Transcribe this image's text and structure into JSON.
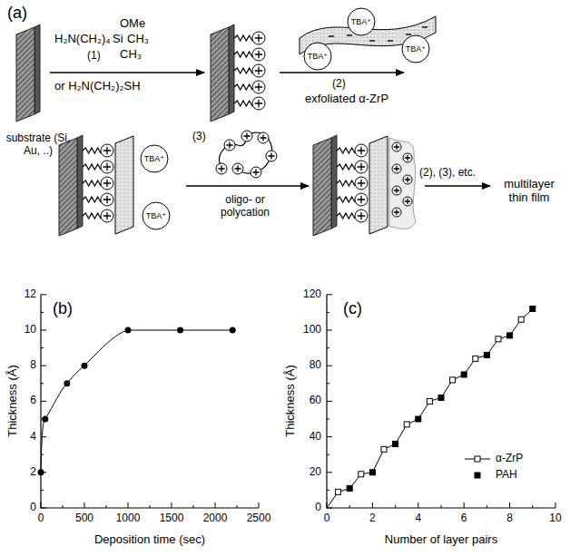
{
  "diagram": {
    "labels": [
      "(a)",
      "H₂N(CH₂)₄",
      "Si",
      "OMe",
      "CH₃",
      "CH₃",
      "(1)",
      "or H₂N(CH₂)₂SH",
      "substrate (Si, Au, ..)",
      "(2)",
      "exfoliated α-ZrP",
      "TBA⁺",
      "TBA⁺",
      "TBA⁺",
      "(3)",
      "oligo- or polycation",
      "TBA⁺",
      "TBA⁺",
      "(2), (3), etc.",
      "multilayer thin film",
      "(b)",
      "0",
      "2",
      "4",
      "6",
      "8",
      "10",
      "12",
      "0",
      "500",
      "1000",
      "1500",
      "2000",
      "2500",
      "Thickness (Å)",
      "Deposition time (sec)",
      "(c)",
      "0",
      "20",
      "40",
      "60",
      "80",
      "100",
      "120",
      "0",
      "2",
      "4",
      "6",
      "8",
      "10",
      "Thickness (Å)",
      "Number of layer pairs"
    ],
    "legend": [
      {
        "text": "α-ZrP"
      },
      {
        "text": "PAH"
      }
    ]
  }
}
